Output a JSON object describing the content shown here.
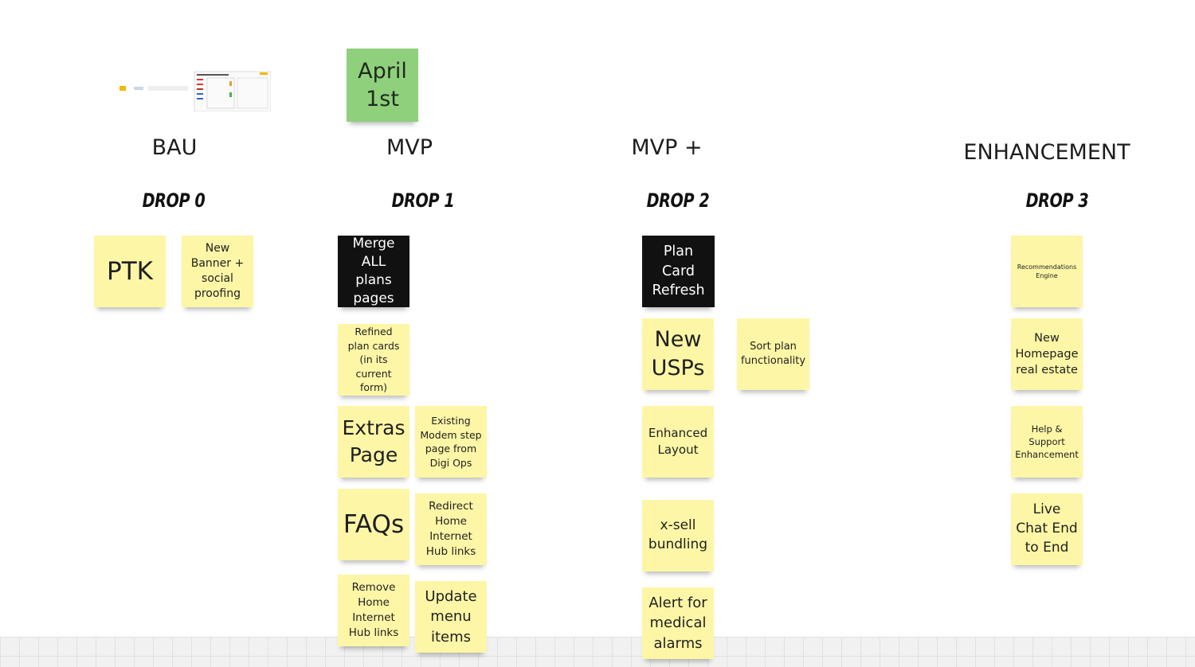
{
  "milestone": {
    "label": "April\n1st"
  },
  "columns": [
    {
      "label": "BAU",
      "drop": "DROP 0"
    },
    {
      "label": "MVP",
      "drop": "DROP 1"
    },
    {
      "label": "MVP +",
      "drop": "DROP 2"
    },
    {
      "label": "ENHANCEMENT",
      "drop": "DROP 3"
    }
  ],
  "drop0": {
    "ptk": "PTK",
    "banner": "New Banner + social proofing"
  },
  "drop1": {
    "merge": "Merge ALL plans pages",
    "refined": "Refined plan cards (in its current form)",
    "extras": "Extras Page",
    "modem": "Existing Modem step page from Digi Ops",
    "faqs": "FAQs",
    "redirect": "Redirect Home Internet Hub links",
    "remove": "Remove Home Internet Hub links",
    "update_menu": "Update menu items"
  },
  "drop2": {
    "plan_card": "Plan Card Refresh",
    "new_usps": "New USPs",
    "sort_plan": "Sort plan functionality",
    "enhanced_layout": "Enhanced Layout",
    "xsell": "x-sell bundling",
    "alert": "Alert for medical alarms"
  },
  "drop3": {
    "recommendations": "Recommendations Engine",
    "homepage": "New Homepage real estate",
    "help": "Help & Support Enhancement",
    "live_chat": "Live Chat End to End"
  }
}
